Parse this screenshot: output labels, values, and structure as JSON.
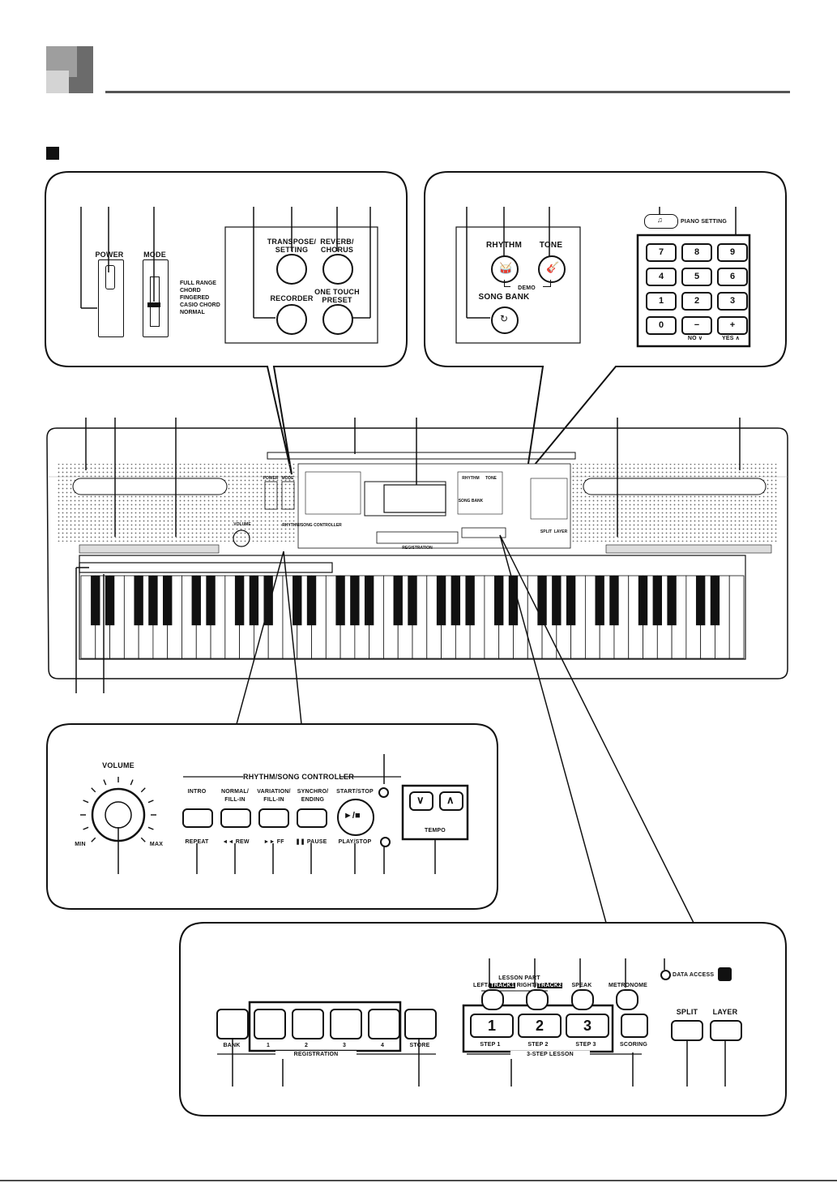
{
  "top_panel_left": {
    "power": "POWER",
    "mode": "MODE",
    "mode_options": [
      "FULL RANGE",
      "CHORD",
      "FINGERED",
      "CASIO CHORD",
      "NORMAL"
    ],
    "transpose": "TRANSPOSE/\nSETTING",
    "reverb": "REVERB/\nCHORUS",
    "recorder": "RECORDER",
    "one_touch": "ONE TOUCH\nPRESET"
  },
  "top_panel_right": {
    "rhythm": "RHYTHM",
    "tone": "TONE",
    "demo": "DEMO",
    "song_bank": "SONG BANK",
    "piano_setting": "PIANO SETTING",
    "numpad": [
      "7",
      "8",
      "9",
      "4",
      "5",
      "6",
      "1",
      "2",
      "3",
      "0",
      "−",
      "+"
    ],
    "no": "NO ∨",
    "yes": "YES ∧"
  },
  "keyboard": {
    "mini_power": "POWER",
    "mini_mode": "MODE",
    "mini_rhythm": "RHYTHM",
    "mini_tone": "TONE",
    "mini_song_bank": "SONG BANK",
    "mini_split": "SPLIT",
    "mini_layer": "LAYER",
    "mini_registration": "REGISTRATION",
    "mini_controller": "RHYTHM/SONG CONTROLLER",
    "mini_volume": "VOLUME"
  },
  "controller_panel": {
    "volume": "VOLUME",
    "min": "MIN",
    "max": "MAX",
    "title": "RHYTHM/SONG CONTROLLER",
    "intro": "INTRO",
    "normal": "NORMAL/\nFILL-IN",
    "variation": "VARIATION/\nFILL-IN",
    "synchro": "SYNCHRO/\nENDING",
    "start_stop": "START/STOP",
    "play_glyph": "►/■",
    "repeat": "REPEAT",
    "rew": "◄◄ REW",
    "ff": "►► FF",
    "pause": "❚❚ PAUSE",
    "play_stop": "PLAY/STOP",
    "tempo": "TEMPO"
  },
  "lesson_panel": {
    "lesson_part": "LESSON PART",
    "left": "LEFT/",
    "left_track": "TRACK1",
    "right": "RIGHT/",
    "right_track": "TRACK2",
    "speak": "SPEAK",
    "metronome": "METRONOME",
    "data_access": "DATA ACCESS",
    "split": "SPLIT",
    "layer": "LAYER",
    "bank": "BANK",
    "reg_nums": [
      "1",
      "2",
      "3",
      "4"
    ],
    "registration": "REGISTRATION",
    "store": "STORE",
    "steps": [
      "1",
      "2",
      "3"
    ],
    "step_labels": [
      "STEP 1",
      "STEP 2",
      "STEP 3"
    ],
    "three_step": "3-STEP LESSON",
    "scoring": "SCORING"
  }
}
